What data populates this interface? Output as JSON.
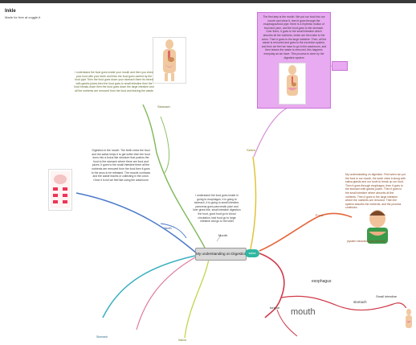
{
  "title": "Inkle",
  "subtitle": "Made for free at coggle.it",
  "central": {
    "label": "My understanding on Digestion",
    "child": "saliva"
  },
  "branches": {
    "stomach_label": "Stomach",
    "teeth_label": "Teeth",
    "saliva_label": "Saliva",
    "mouth_label": "Mouth",
    "food_label": "Food",
    "esophagus_label": "esophagus",
    "stomach_lower_label": "stomach",
    "small_intestine_label": "Small intestine",
    "tongue_label": "tongue",
    "mouth_big_label": "mouth",
    "bottom_left_label": "Stomach",
    "bottom_mid_label": "Saliva"
  },
  "notes": {
    "stomach_note": "I understand the food goes inside your mouth and then you chew your food with your teeth and then the food goes carried by the food pipe Then the food goes down your stomach there its mixed with gastric juices,then the food goes to small intestine then the food breaks down then the food goes down the large intestine and all the nutrients are removed from the food and leaving the waste",
    "teeth_note": "Digestion in the mouth: The teeth chew the food and the saliva helps it to get softer then the food turns into a bolus like structure that pushes the food to the stomach where there are food and juices. It goes to the small intestine there all the nutrients are removed from the food then it goes to the anus to be released. The muscle contracts and the waste leaves or collecting in the colon. Once it is full we feel like using the washroom",
    "mouth_note": "I understand the food goes inside in going to esophagus, it is going to stomach, it is going to small intestine, pancreas goes pancreatic juice and liver gives bile, small intestine digestion the food, good food go to blood circulation, bad food go to large intestine and go to the toilet",
    "purple_note": "The first step is the mouth. We put our food into our mouth and chew it, then it goes through the esophagus/food pipe. there is a rhythmic motion of food and juice, and the food goes to the stomach. Over there, it goes to the small intestine which absorbs all the nutrients, which are then take to the colon. Then it goes to the large intestine. Then, all the waste is removed and goes to the excretion system, and then we feel we have to go to the washroom, and then leaves the waste is removed. this happens everyday as we have. This process is done by the digestive system",
    "right_note": "My understanding on digestion: First when we put the food in our mouth, the tooth chew it along with saliva glands and our tooth to break up our food. Then it goes through esophagus, then it goes to the stomach with gastric juices. Then it goes to the small intestine where absorbs all the nutrients. Then it goes to the large intestine where the nutrients are removed. Then the system absorbs the nutrients, and the process continues.",
    "right_small_note": "(system extraction) (you eat food)"
  },
  "colors": {
    "stomach_branch": "#7fb95a",
    "teeth_branch": "#4a78c8",
    "saliva_branch": "#e0c43a",
    "food_branch": "#e4643a",
    "mouth_branch": "#cf3a4a",
    "left_bottom_branch": "#3ab0c0",
    "central_child": "#2fb7a0",
    "purple": "#e8aaf0"
  }
}
